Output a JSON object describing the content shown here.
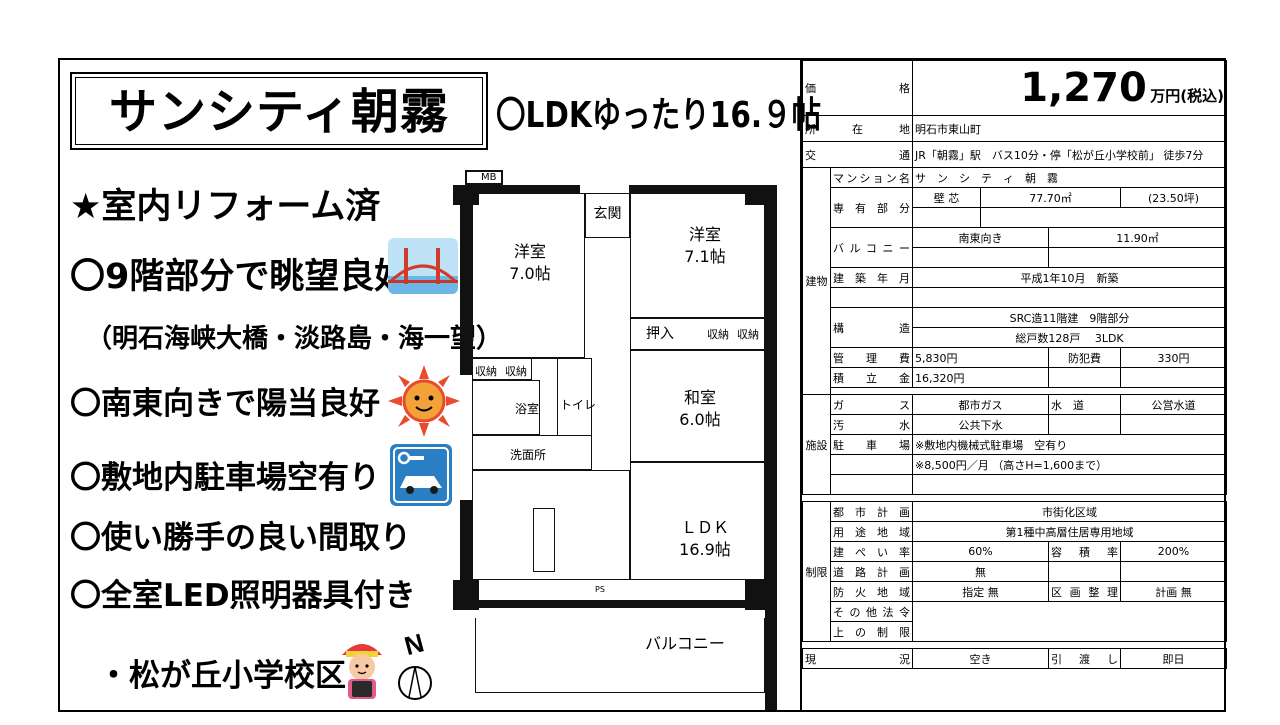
{
  "title": "サンシティ朝霧",
  "headline": "〇LDKゆったり16.９帖",
  "features": {
    "reform": "★室内リフォーム済",
    "view": "〇9階部分で眺望良好",
    "view_detail": "（明石海峡大橋・淡路島・海一望）",
    "sun": "〇南東向きで陽当良好",
    "parking": "〇敷地内駐車場空有り",
    "layout": "〇使い勝手の良い間取り",
    "led": "〇全室LED照明器具付き",
    "school": "・松が丘小学校区"
  },
  "floor_plan": {
    "mb": "MB",
    "genkan": "玄関",
    "yoshitsu1_name": "洋室",
    "yoshitsu1_size": "7.0帖",
    "yoshitsu2_name": "洋室",
    "yoshitsu2_size": "7.1帖",
    "oshiire": "押入",
    "shuno": "収納",
    "washitsu_name": "和室",
    "washitsu_size": "6.0帖",
    "yokushitsu": "浴室",
    "toilet": "トイレ",
    "senmenjo": "洗面所",
    "ldk_name": "ＬＤＫ",
    "ldk_size": "16.9帖",
    "ps": "PS",
    "balcony": "バルコニー",
    "north": "N"
  },
  "info": {
    "price_label": "価　　格",
    "price_value": "1,270",
    "price_unit": "万円(税込)",
    "location_label": "所　在　地",
    "location_value": "明石市東山町",
    "access_label": "交　　通",
    "access_value": "JR「朝霧」駅　バス10分・停「松が丘小学校前」 徒歩7分",
    "building_label": "建物",
    "mansion_label": "マンション名",
    "mansion_value": "サ　ン　シ　テ　ィ　朝　霧",
    "area_label": "専有部分",
    "area_type": "壁 芯",
    "area_value": "77.70㎡",
    "area_tsubo": "(23.50坪)",
    "balcony_label": "バルコニー",
    "balcony_dir": "南東向き",
    "balcony_area": "11.90㎡",
    "built_label": "建築年月",
    "built_value": "平成1年10月　新築",
    "structure_label": "構　造",
    "structure_value1": "SRC造11階建　9階部分",
    "structure_value2": "総戸数128戸　 3LDK",
    "mgmt_label": "管理費",
    "mgmt_value": "5,830円",
    "security_label": "防犯費",
    "security_value": "330円",
    "reserve_label": "積立金",
    "reserve_value": "16,320円",
    "facility_label": "施設",
    "gas_label": "ガ　ス",
    "gas_value": "都市ガス",
    "water_label": "水　道",
    "water_value": "公営水道",
    "sewage_label": "汚　水",
    "sewage_value": "公共下水",
    "parking_label": "駐車場",
    "parking_value": "※敷地内機械式駐車場　空有り",
    "parking_fee": "※8,500円／月 （高さH=1,600まで）",
    "restriction_label": "制限",
    "city_plan_label": "都市計画",
    "city_plan_value": "市街化区域",
    "zone_label": "用途地域",
    "zone_value": "第1種中高層住居専用地域",
    "coverage_label": "建ぺい率",
    "coverage_value": "60%",
    "far_label": "容積率",
    "far_value": "200%",
    "road_label": "道路計画",
    "road_value": "無",
    "fire_label": "防火地域",
    "fire_value": "指定 無",
    "district_label": "区画整理",
    "district_value": "計画 無",
    "other_label1": "その他法令",
    "other_label2": "上の制限",
    "status_label": "現　況",
    "status_value": "空き",
    "handover_label": "引渡し",
    "handover_value": "即日"
  }
}
